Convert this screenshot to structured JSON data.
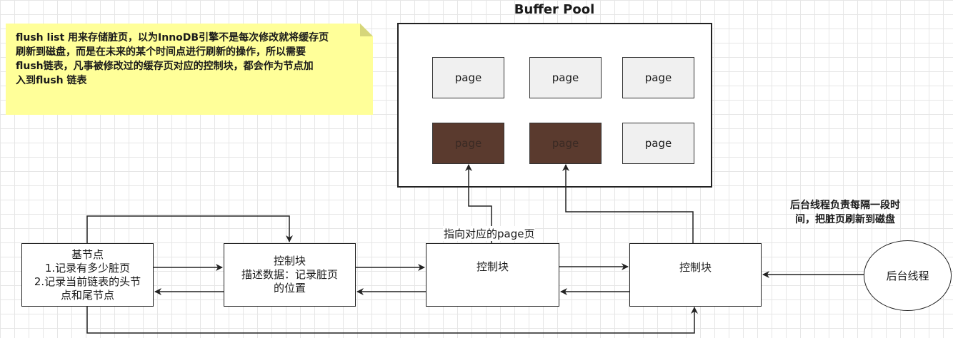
{
  "note": {
    "lines": [
      "flush list 用来存储脏页，以为InnoDB引擎不是每次修改就将缓存页",
      "刷新到磁盘，而是在未来的某个时间点进行刷新的操作，所以需要",
      "flush链表，凡事被修改过的缓存页对应的控制块，都会作为节点加",
      "入到flush 链表"
    ]
  },
  "buffer_pool": {
    "title": "Buffer Pool",
    "pages": [
      {
        "label": "page",
        "dirty": false
      },
      {
        "label": "page",
        "dirty": false
      },
      {
        "label": "page",
        "dirty": false
      },
      {
        "label": "page",
        "dirty": true
      },
      {
        "label": "page",
        "dirty": true
      },
      {
        "label": "page",
        "dirty": false
      }
    ]
  },
  "base_node": {
    "lines": [
      "基节点",
      "1.记录有多少脏页",
      "2.记录当前链表的头节",
      "点和尾节点"
    ]
  },
  "control_block_1": {
    "lines": [
      "控制块",
      "描述数据：记录脏页",
      "的位置"
    ]
  },
  "control_block_2": {
    "label": "控制块"
  },
  "control_block_3": {
    "label": "控制块"
  },
  "pointer_label": "指向对应的page页",
  "background_thread": {
    "label": "后台线程"
  },
  "background_note": {
    "lines": [
      "后台线程负责每隔一段时",
      "间，把脏页刷新到磁盘"
    ]
  },
  "colors": {
    "note_bg": "#ffff99",
    "dirty_page": "#5a3a2e",
    "clean_page": "#f0f0f0",
    "stroke": "#222222"
  }
}
